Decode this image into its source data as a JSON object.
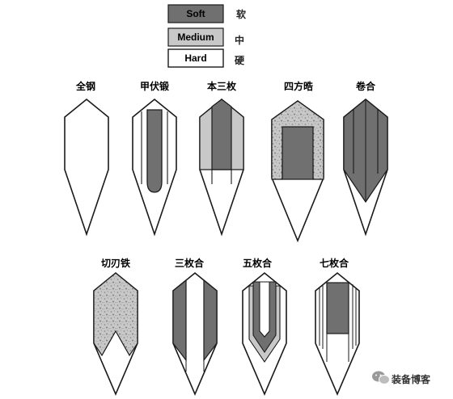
{
  "colors": {
    "soft": "#707070",
    "medium": "#c8c8c8",
    "hard": "#ffffff",
    "outline": "#1a1a1a",
    "watermark_icon": "#9a9a9a"
  },
  "legend": [
    {
      "key": "soft",
      "label": "Soft",
      "cn": "软"
    },
    {
      "key": "medium",
      "label": "Medium",
      "cn": "中"
    },
    {
      "key": "hard",
      "label": "Hard",
      "cn": "硬"
    }
  ],
  "blades": [
    {
      "id": "maru",
      "label": "全钢"
    },
    {
      "id": "kobuse",
      "label": "甲伏锻"
    },
    {
      "id": "honsanmai",
      "label": "本三枚"
    },
    {
      "id": "shihozume",
      "label": "四方晧"
    },
    {
      "id": "makuri",
      "label": "卷合"
    },
    {
      "id": "wariha",
      "label": "切刃铁"
    },
    {
      "id": "sanmai",
      "label": "三枚合"
    },
    {
      "id": "gomai",
      "label": "五枚合"
    },
    {
      "id": "nanamai",
      "label": "七枚合"
    }
  ],
  "watermark": {
    "icon": "wechat-icon",
    "text": "装备博客"
  }
}
